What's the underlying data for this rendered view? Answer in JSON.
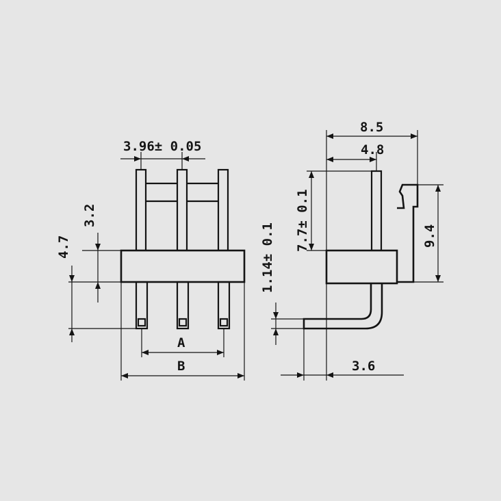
{
  "colors": {
    "background": "#e6e6e6",
    "ink": "#141414"
  },
  "front_view": {
    "pitch": "3.96± 0.05",
    "pin_height_above": "3.2",
    "total_height_below": "4.7",
    "label_a": "A",
    "label_b": "B"
  },
  "side_view": {
    "overall_depth": "8.5",
    "pin_offset": "4.8",
    "pin_length": "7.7± 0.1",
    "housing_height": "9.4",
    "pin_thickness": "1.14± 0.1",
    "tail_offset": "3.6"
  }
}
